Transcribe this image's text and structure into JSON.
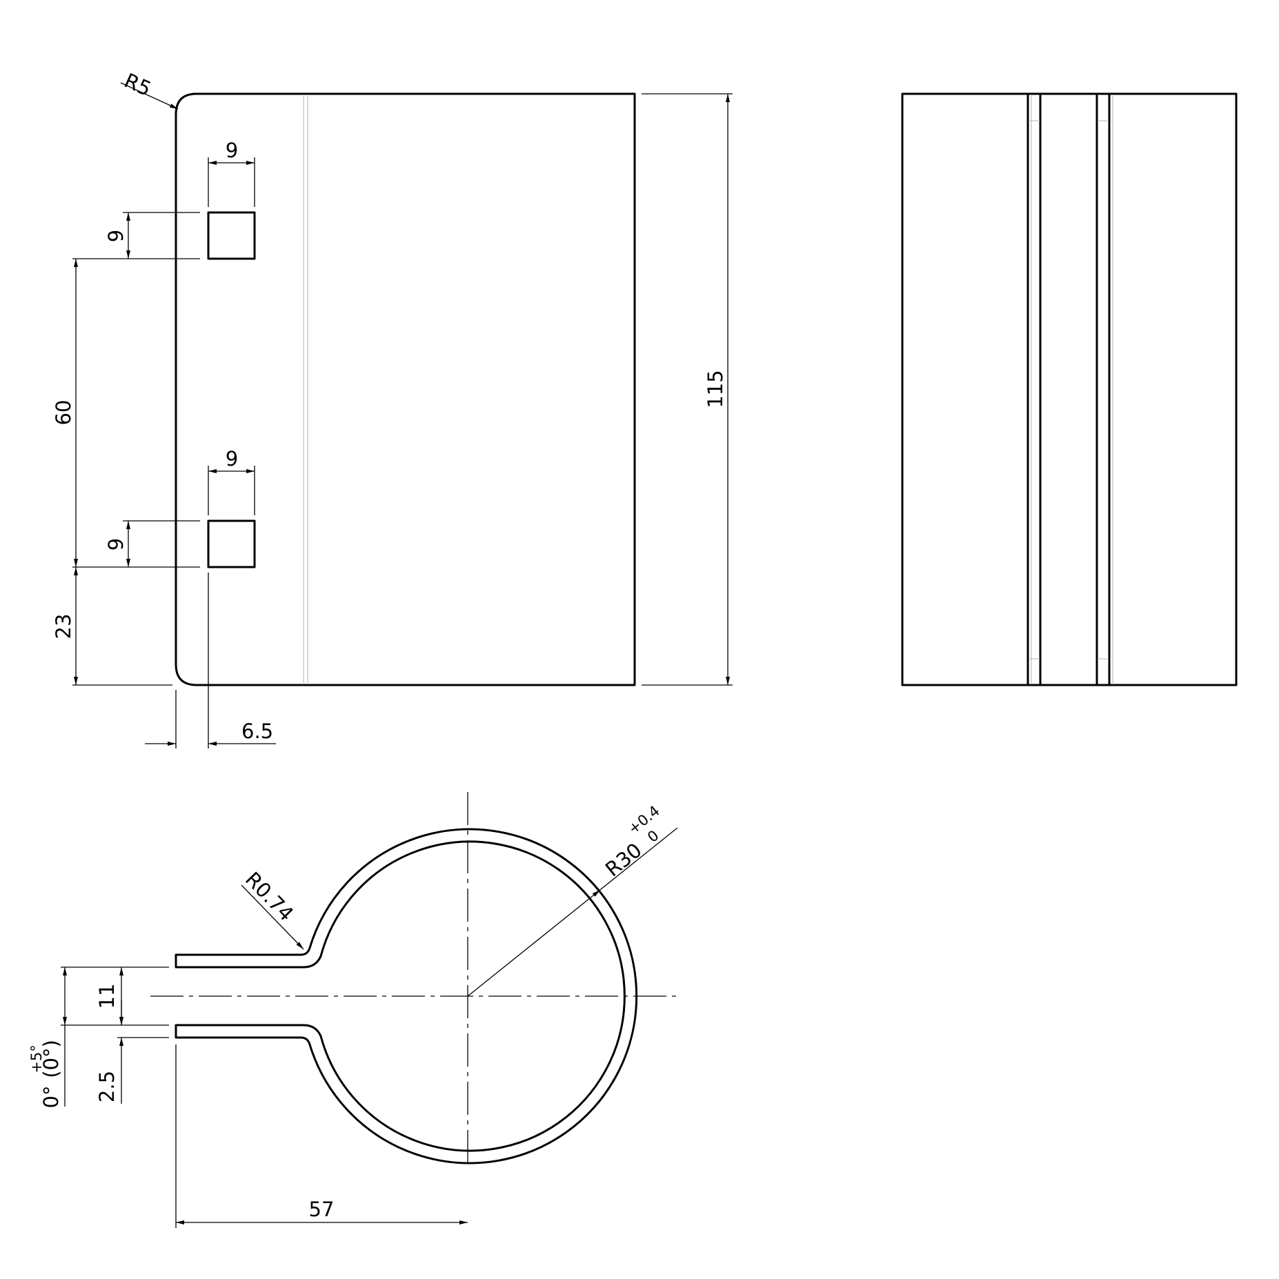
{
  "dimensions": {
    "corner_radius": "R5",
    "hole_top_width": "9",
    "hole_top_height": "9",
    "hole_spacing": "60",
    "hole_bottom_width": "9",
    "hole_bottom_height": "9",
    "hole_offset_bottom": "23",
    "edge_to_hole": "6.5",
    "overall_height": "115",
    "bend_radius": "R0.74",
    "outer_radius": "R30",
    "outer_radius_tol_upper": "+0.4",
    "outer_radius_tol_lower": "0",
    "gap": "11",
    "thickness": "2.5",
    "angle": "0°",
    "angle_tol": "+5°",
    "angle_ref": "(0°)",
    "tab_length": "57"
  }
}
